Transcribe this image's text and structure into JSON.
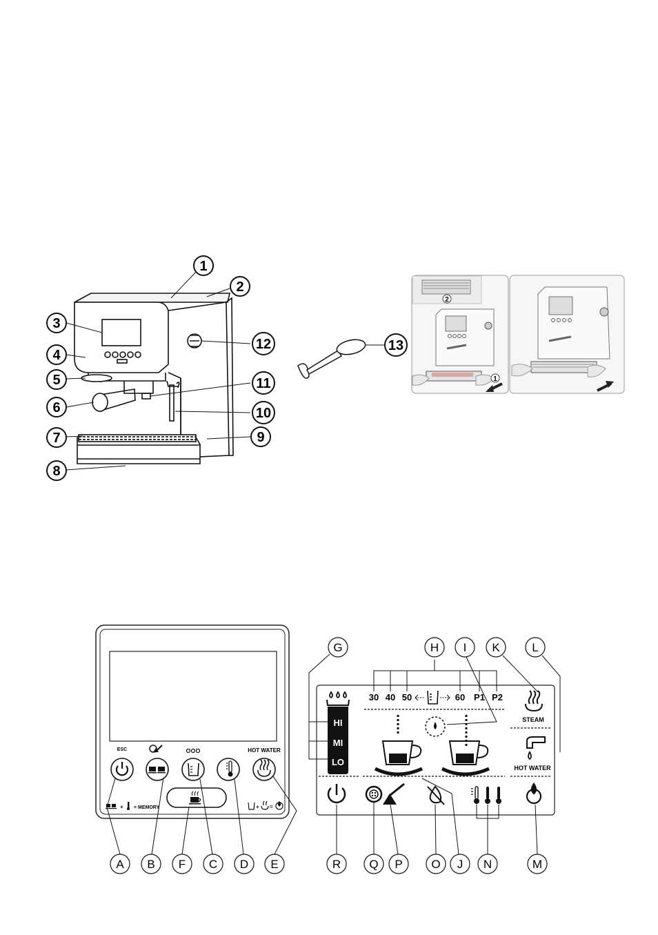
{
  "machine_callouts": [
    "1",
    "2",
    "3",
    "4",
    "5",
    "6",
    "7",
    "8",
    "9",
    "10",
    "11",
    "12",
    "13"
  ],
  "photo_step_labels": [
    "1",
    "2"
  ],
  "panel": {
    "top_labels": {
      "esc": "ESC",
      "hot_water": "HOT WATER"
    },
    "memory_label": "= MEMORY",
    "letters": [
      "A",
      "B",
      "F",
      "C",
      "D",
      "E"
    ]
  },
  "display": {
    "levels": [
      "HI",
      "MI",
      "LO"
    ],
    "volumes": [
      "30",
      "40",
      "50",
      "60",
      "P1",
      "P2"
    ],
    "steam_label": "STEAM",
    "hot_water_label": "HOT WATER",
    "top_letters": [
      "G",
      "H",
      "I",
      "K",
      "L"
    ],
    "bottom_letters": [
      "R",
      "Q",
      "P",
      "O",
      "J",
      "N",
      "M"
    ]
  }
}
